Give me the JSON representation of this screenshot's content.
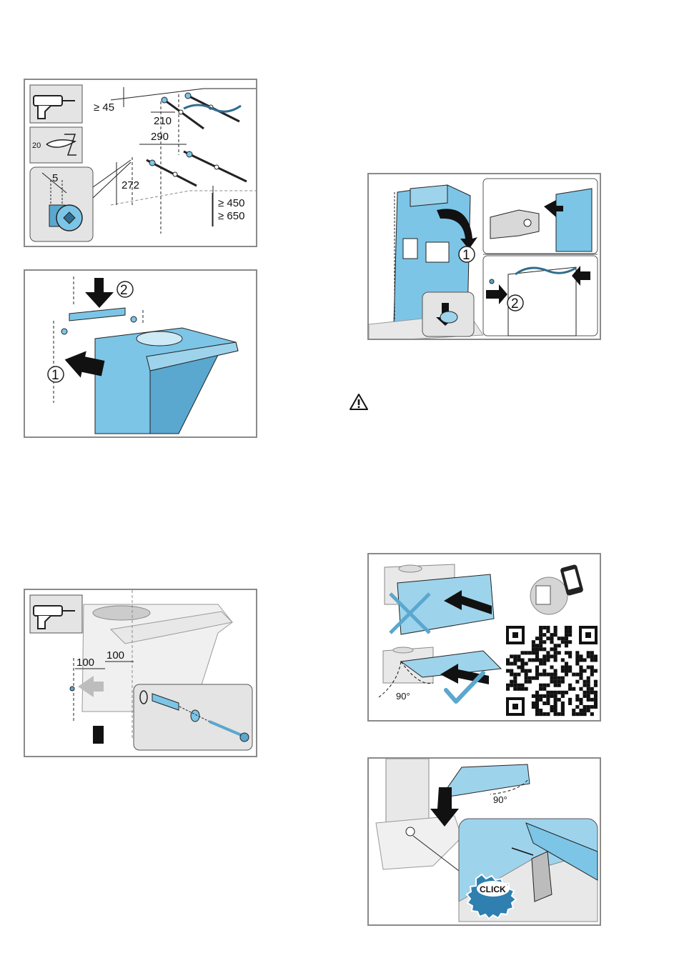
{
  "fig1": {
    "drill_icon": "drill-icon",
    "bit_size": "20",
    "screw_gap": "5",
    "dim_top": "≥ 45",
    "dim_210": "210",
    "dim_290": "290",
    "dim_272": "272",
    "dim_450": "≥ 450",
    "dim_650": "≥ 650"
  },
  "fig2": {
    "step1": "1",
    "step2": "2"
  },
  "fig3": {
    "drill_icon": "drill-icon",
    "dim_a": "100",
    "dim_b": "100"
  },
  "fig4": {
    "step1": "1",
    "step2": "2"
  },
  "warning_icon": "warning-triangle-icon",
  "fig5": {
    "angle": "90°",
    "qr_icon": "qr-code-icon",
    "phone_icon": "smartphone-icon"
  },
  "fig6": {
    "angle": "90°",
    "click": "CLICK"
  },
  "colors": {
    "blue": "#7cc5e6",
    "dark": "#1a1a1a",
    "frame": "#8a8a8a"
  }
}
